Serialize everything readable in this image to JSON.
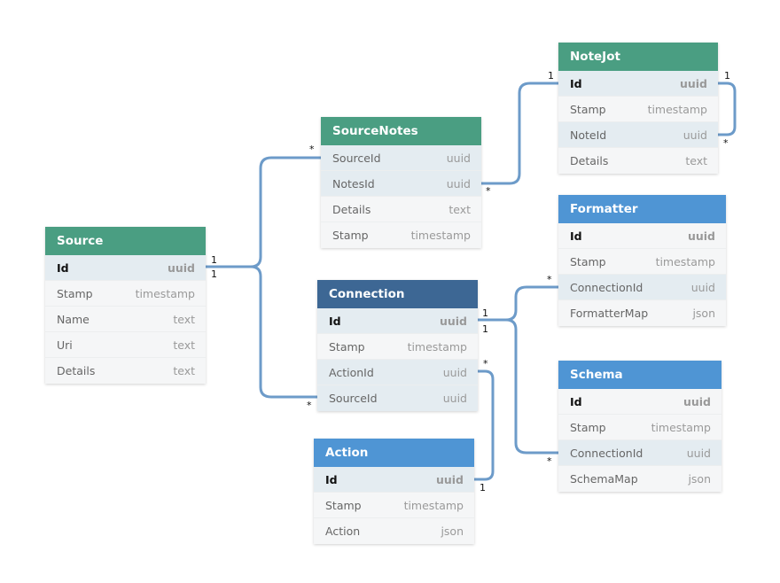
{
  "colors": {
    "green_header": "#4a9e82",
    "blue_header": "#4f95d4",
    "navy_header": "#3d6794",
    "connector": "#6d9bc9"
  },
  "tables": {
    "source": {
      "name": "Source",
      "fields": [
        {
          "name": "Id",
          "type": "uuid"
        },
        {
          "name": "Stamp",
          "type": "timestamp"
        },
        {
          "name": "Name",
          "type": "text"
        },
        {
          "name": "Uri",
          "type": "text"
        },
        {
          "name": "Details",
          "type": "text"
        }
      ]
    },
    "sourcenotes": {
      "name": "SourceNotes",
      "fields": [
        {
          "name": "SourceId",
          "type": "uuid"
        },
        {
          "name": "NotesId",
          "type": "uuid"
        },
        {
          "name": "Details",
          "type": "text"
        },
        {
          "name": "Stamp",
          "type": "timestamp"
        }
      ]
    },
    "notejot": {
      "name": "NoteJot",
      "fields": [
        {
          "name": "Id",
          "type": "uuid"
        },
        {
          "name": "Stamp",
          "type": "timestamp"
        },
        {
          "name": "NoteId",
          "type": "uuid"
        },
        {
          "name": "Details",
          "type": "text"
        }
      ]
    },
    "formatter": {
      "name": "Formatter",
      "fields": [
        {
          "name": "Id",
          "type": "uuid"
        },
        {
          "name": "Stamp",
          "type": "timestamp"
        },
        {
          "name": "ConnectionId",
          "type": "uuid"
        },
        {
          "name": "FormatterMap",
          "type": "json"
        }
      ]
    },
    "connection": {
      "name": "Connection",
      "fields": [
        {
          "name": "Id",
          "type": "uuid"
        },
        {
          "name": "Stamp",
          "type": "timestamp"
        },
        {
          "name": "ActionId",
          "type": "uuid"
        },
        {
          "name": "SourceId",
          "type": "uuid"
        }
      ]
    },
    "schema": {
      "name": "Schema",
      "fields": [
        {
          "name": "Id",
          "type": "uuid"
        },
        {
          "name": "Stamp",
          "type": "timestamp"
        },
        {
          "name": "ConnectionId",
          "type": "uuid"
        },
        {
          "name": "SchemaMap",
          "type": "json"
        }
      ]
    },
    "action": {
      "name": "Action",
      "fields": [
        {
          "name": "Id",
          "type": "uuid"
        },
        {
          "name": "Stamp",
          "type": "timestamp"
        },
        {
          "name": "Action",
          "type": "json"
        }
      ]
    }
  },
  "cardinality": {
    "one": "1",
    "many": "*"
  }
}
